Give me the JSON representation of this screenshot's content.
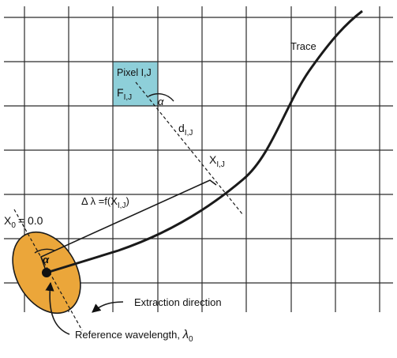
{
  "labels": {
    "trace": "Trace",
    "pixel": "Pixel I,J",
    "flux_main": "F",
    "flux_sub": "I,J",
    "angle": "α",
    "dist_main": "d",
    "dist_sub": "I,J",
    "x_main": "X",
    "x_sub": "I,J",
    "dlambda_main": "Δ λ =f(X",
    "dlambda_sub": "I,J",
    "dlambda_close": ")",
    "x0_main": "X",
    "x0_sub": "0",
    "x0_value": "= 0.0",
    "angle_origin": "α",
    "extraction": "Extraction direction",
    "ref_text": "Reference wavelength, ",
    "ref_lambda": "λ",
    "ref_sub": "0"
  },
  "colors": {
    "grid": "#2b2b2b",
    "pixel_fill": "#8ecfd9",
    "ellipse_fill": "#eba63a",
    "trace": "#1a1a1a"
  }
}
